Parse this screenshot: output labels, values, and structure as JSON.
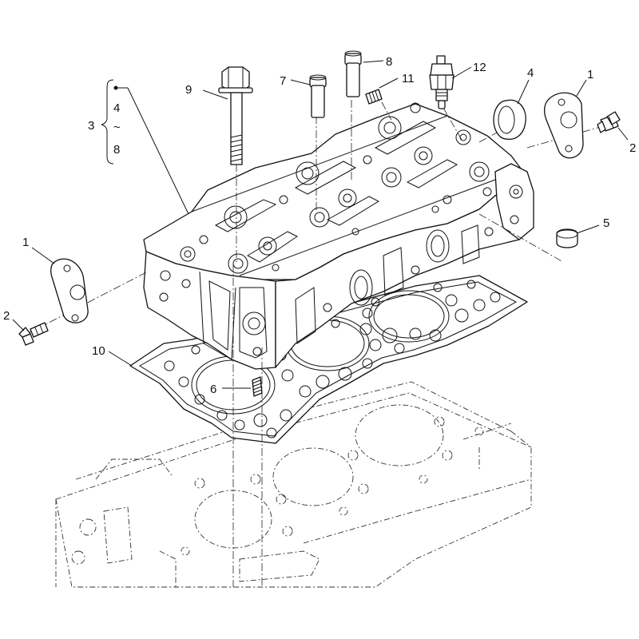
{
  "callouts": {
    "c1_right": "1",
    "c1_left": "1",
    "c2_right": "2",
    "c2_left": "2",
    "c3": "3",
    "c3_range_start": "4",
    "c3_range_tilde": "~",
    "c3_range_end": "8",
    "c4": "4",
    "c5": "5",
    "c6": "6",
    "c7": "7",
    "c8": "8",
    "c9": "9",
    "c10": "10",
    "c11": "11",
    "c12": "12"
  },
  "icons": [
    "bolt-icon",
    "sensor-icon",
    "plug-icon",
    "gasket-icon",
    "valve-guide-icon",
    "stud-icon",
    "flange-icon"
  ],
  "colors": {
    "line": "#111111",
    "background": "#ffffff"
  }
}
